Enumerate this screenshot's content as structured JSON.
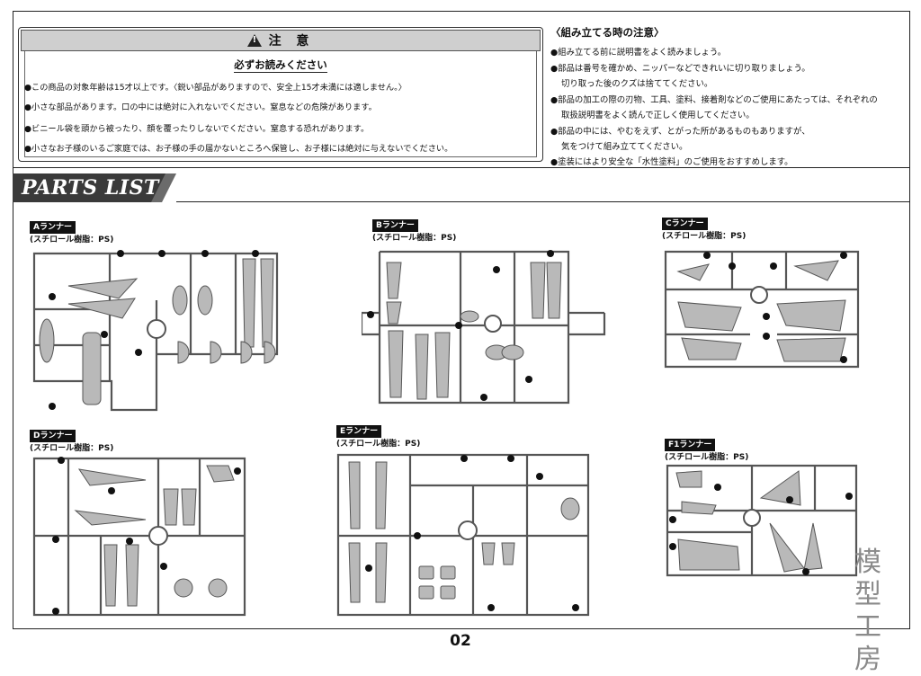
{
  "caution": {
    "title": "注 意",
    "subtitle": "必ずお読みください",
    "lines": [
      "●この商品の対象年齢は15才以上です。〈鋭い部品がありますので、安全上15才未満には適しません。〉",
      "●小さな部品があります。口の中には絶対に入れないでください。窒息などの危険があります。",
      "●ビニール袋を頭から被ったり、顔を覆ったりしないでください。窒息する恐れがあります。",
      "●小さなお子様のいるご家庭では、お子様の手の届かないところへ保管し、お子様には絶対に与えないでください。"
    ]
  },
  "assembly_notes": {
    "title": "〈組み立てる時の注意〉",
    "lines": [
      "●組み立てる前に説明書をよく読みましょう。",
      "●部品は番号を確かめ、ニッパーなどできれいに切り取りましょう。",
      "切り取った後のクズは捨ててください。",
      "●部品の加工の際の刃物、工具、塗料、接着剤などのご使用にあたっては、それぞれの",
      "取扱説明書をよく読んで正しく使用してください。",
      "●部品の中には、やむをえず、とがった所があるものもありますが、",
      "気をつけて組み立ててください。",
      "●塗装にはより安全な「水性塗料」のご使用をおすすめします。"
    ]
  },
  "parts_list": {
    "title": "PARTS LIST",
    "runners": [
      {
        "tag": "Aランナー",
        "material": "(スチロール樹脂：PS)"
      },
      {
        "tag": "Bランナー",
        "material": "(スチロール樹脂：PS)"
      },
      {
        "tag": "Cランナー",
        "material": "(スチロール樹脂：PS)"
      },
      {
        "tag": "Dランナー",
        "material": "(スチロール樹脂：PS)"
      },
      {
        "tag": "Eランナー",
        "material": "(スチロール樹脂：PS)"
      },
      {
        "tag": "F1ランナー",
        "material": "(スチロール樹脂：PS)"
      }
    ]
  },
  "page_number": "02",
  "watermark": "模 型\n工 房",
  "colors": {
    "part_gray": "#b9b9b9",
    "header_gray": "#cfcfcf",
    "banner": "#3a3a3a"
  }
}
